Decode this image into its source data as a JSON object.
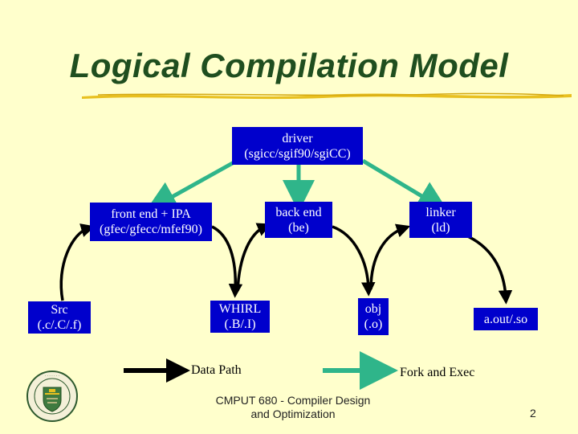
{
  "slide": {
    "title": "Logical Compilation Model",
    "footer_line1": "CMPUT 680 - Compiler Design",
    "footer_line2": "and Optimization",
    "page_number": "2"
  },
  "nodes": {
    "driver": {
      "line1": "driver",
      "line2": "(sgicc/sgif90/sgiCC)"
    },
    "front_end": {
      "line1": "front end + IPA",
      "line2": "(gfec/gfecc/mfef90)"
    },
    "back_end": {
      "line1": "back end",
      "line2": "(be)"
    },
    "linker": {
      "line1": "linker",
      "line2": "(ld)"
    },
    "src": {
      "line1": "Src",
      "line2": "(.c/.C/.f)"
    },
    "whirl": {
      "line1": "WHIRL",
      "line2": "(.B/.I)"
    },
    "obj": {
      "line1": "obj",
      "line2": "(.o)"
    },
    "aout": {
      "line1": "a.out/.so"
    }
  },
  "legend": {
    "data_path": "Data Path",
    "fork_exec": "Fork and Exec"
  },
  "colors": {
    "background": "#FFFFCC",
    "title": "#1F4E1F",
    "box": "#0000CC",
    "fork_arrow": "#2FB58A",
    "data_arrow": "#000000",
    "underline": "#E8C020"
  }
}
